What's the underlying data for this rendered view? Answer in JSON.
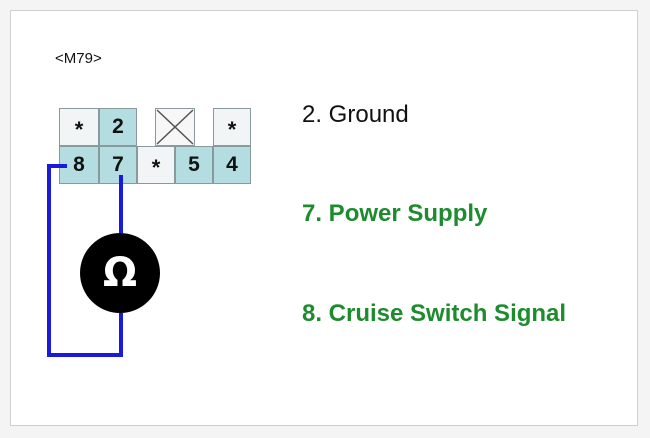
{
  "connector": {
    "label": "<M79>",
    "top_row": [
      "*",
      "2",
      "*"
    ],
    "bottom_row": [
      "8",
      "7",
      "*",
      "5",
      "4"
    ]
  },
  "meter": {
    "symbol": "Ω",
    "icon": "ohmmeter-icon"
  },
  "pins": [
    {
      "text": "2. Ground",
      "color": "#111111"
    },
    {
      "text": "7. Power Supply",
      "color": "#1e8c2e"
    },
    {
      "text": "8. Cruise Switch Signal",
      "color": "#1e8c2e"
    }
  ],
  "colors": {
    "wire": "#1a1adb",
    "pin_highlight": "#b3dde0",
    "pin_plain": "#f2f5f5",
    "accent_green": "#1e8c2e"
  }
}
